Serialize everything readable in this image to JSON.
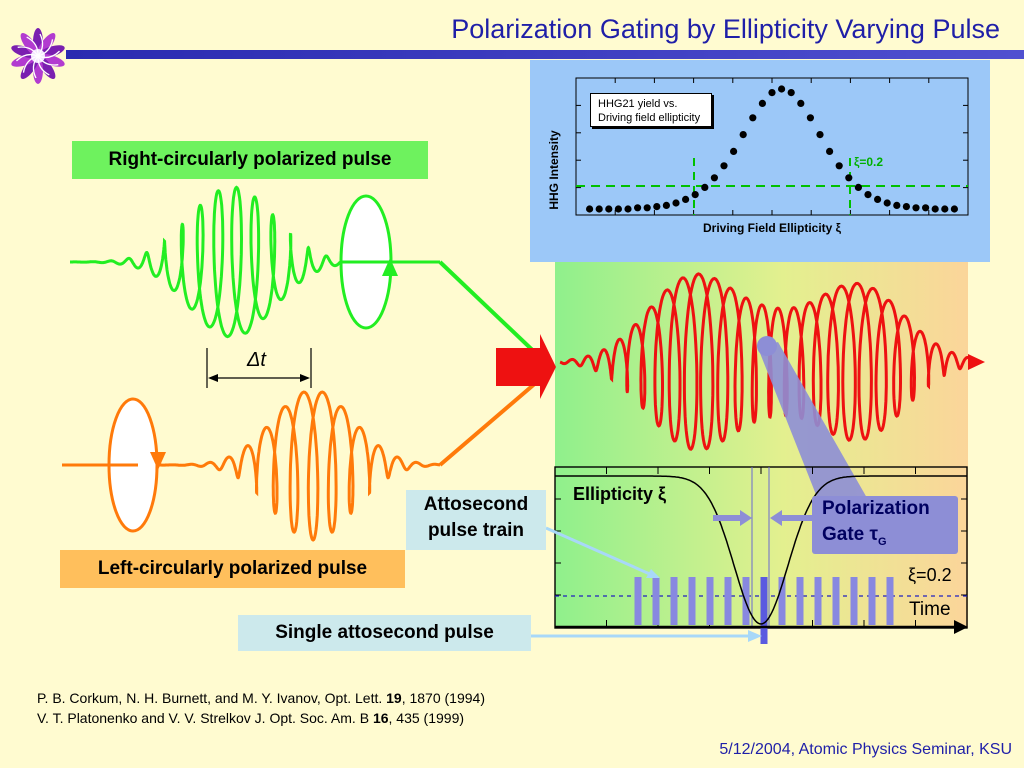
{
  "title": "Polarization Gating by Ellipticity Varying Pulse",
  "labels": {
    "right_pulse": "Right-circularly polarized pulse",
    "left_pulse": "Left-circularly polarized pulse",
    "delta_t": "Δt",
    "atto_train_line1": "Attosecond",
    "atto_train_line2": "pulse train",
    "single_atto": "Single attosecond pulse",
    "gate_line1": "Polarization",
    "gate_line2": "Gate τ",
    "gate_sub": "G",
    "ellipticity": "Ellipticity ξ",
    "xi_threshold": "ξ=0.2",
    "time": "Time"
  },
  "inset_chart": {
    "ylabel": "HHG Intensity",
    "xlabel": "Driving Field Ellipticity ξ",
    "legend_line1": "HHG21 yield vs.",
    "legend_line2": "Driving field ellipticity",
    "threshold_label": "ξ=0.2"
  },
  "chart_data": {
    "type": "scatter",
    "ylabel": "HHG Intensity",
    "xlabel": "Driving Field Ellipticity ξ",
    "legend": [
      "HHG21 yield vs. Driving field ellipticity"
    ],
    "annotation": "ξ=0.2",
    "grid": false,
    "series": [
      {
        "x": [
          -0.95,
          -0.9,
          -0.85,
          -0.8,
          -0.75,
          -0.7,
          -0.65,
          -0.6,
          -0.55,
          -0.5,
          -0.45,
          -0.4,
          -0.35,
          -0.3,
          -0.25,
          -0.2,
          -0.15,
          -0.1,
          -0.05,
          0,
          0.05,
          0.1,
          0.15,
          0.2,
          0.25,
          0.3,
          0.35,
          0.4,
          0.45,
          0.5,
          0.55,
          0.6,
          0.65,
          0.7,
          0.75,
          0.8,
          0.85,
          0.9,
          0.95
        ],
        "values": [
          0.0,
          0.0,
          0.0,
          0.0,
          0.0,
          0.01,
          0.01,
          0.02,
          0.03,
          0.05,
          0.08,
          0.12,
          0.18,
          0.26,
          0.36,
          0.48,
          0.62,
          0.76,
          0.88,
          0.97,
          1.0,
          0.97,
          0.88,
          0.76,
          0.62,
          0.48,
          0.36,
          0.26,
          0.18,
          0.12,
          0.08,
          0.05,
          0.03,
          0.02,
          0.01,
          0.01,
          0.0,
          0.0,
          0.0
        ]
      }
    ]
  },
  "references": {
    "ref1_a": "P. B. Corkum, N. H. Burnett, and M. Y. Ivanov, Opt. Lett. ",
    "ref1_vol": "19",
    "ref1_b": ", 1870 (1994)",
    "ref2_a": "V. T. Platonenko and V. V. Strelkov J. Opt. Soc. Am. B ",
    "ref2_vol": "16",
    "ref2_b": ", 435 (1999)"
  },
  "footer": "5/12/2004, Atomic Physics Seminar, KSU",
  "colors": {
    "title": "#1f1fa8",
    "green_pulse": "#22ee22",
    "orange_pulse": "#ff7a0a",
    "red_pulse": "#ee1111",
    "gate": "#8d8ed6",
    "inset_bg": "#9cc8f8"
  }
}
